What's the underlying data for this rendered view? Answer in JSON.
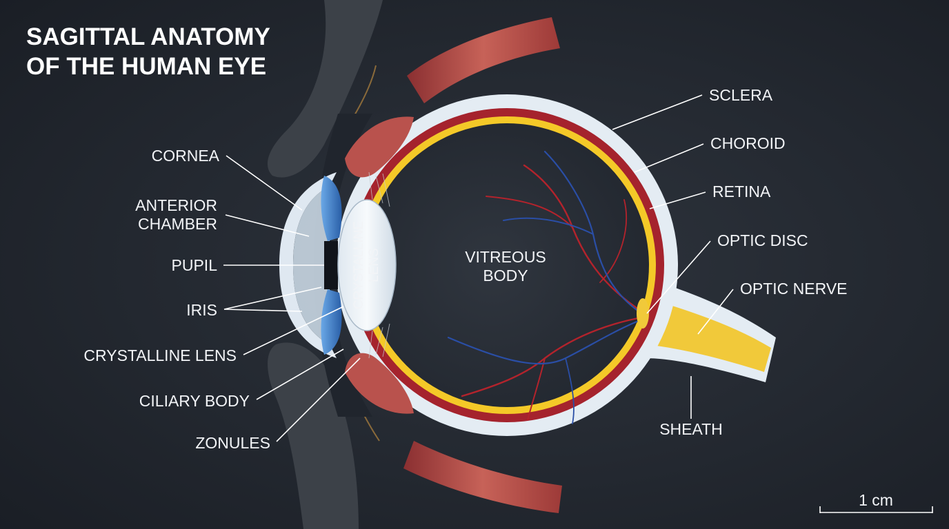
{
  "title": {
    "line1": "SAGITTAL ANATOMY",
    "line2": "OF THE HUMAN EYE"
  },
  "labels": {
    "cornea": "CORNEA",
    "anterior_chamber_1": "ANTERIOR",
    "anterior_chamber_2": "CHAMBER",
    "pupil": "PUPIL",
    "iris": "IRIS",
    "crystalline_lens": "CRYSTALLINE LENS",
    "ciliary_body": "CILIARY BODY",
    "zonules": "ZONULES",
    "sclera": "SCLERA",
    "choroid": "CHOROID",
    "retina": "RETINA",
    "optic_disc": "OPTIC DISC",
    "optic_nerve": "OPTIC NERVE",
    "sheath": "SHEATH",
    "vitreous_1": "VITREOUS",
    "vitreous_2": "BODY",
    "lens_inner_1": "CRYSTALLINE",
    "lens_inner_2": "LENS"
  },
  "scale_bar": {
    "label": "1 cm"
  },
  "colors": {
    "background": "#20252d",
    "sclera": "#e4ecf3",
    "choroid": "#a5232d",
    "retina": "#f4c928",
    "iris": "#3b7fc9",
    "muscle": "#b9524d",
    "vessel_red": "#b3232c",
    "vessel_blue": "#2a4ea6"
  }
}
